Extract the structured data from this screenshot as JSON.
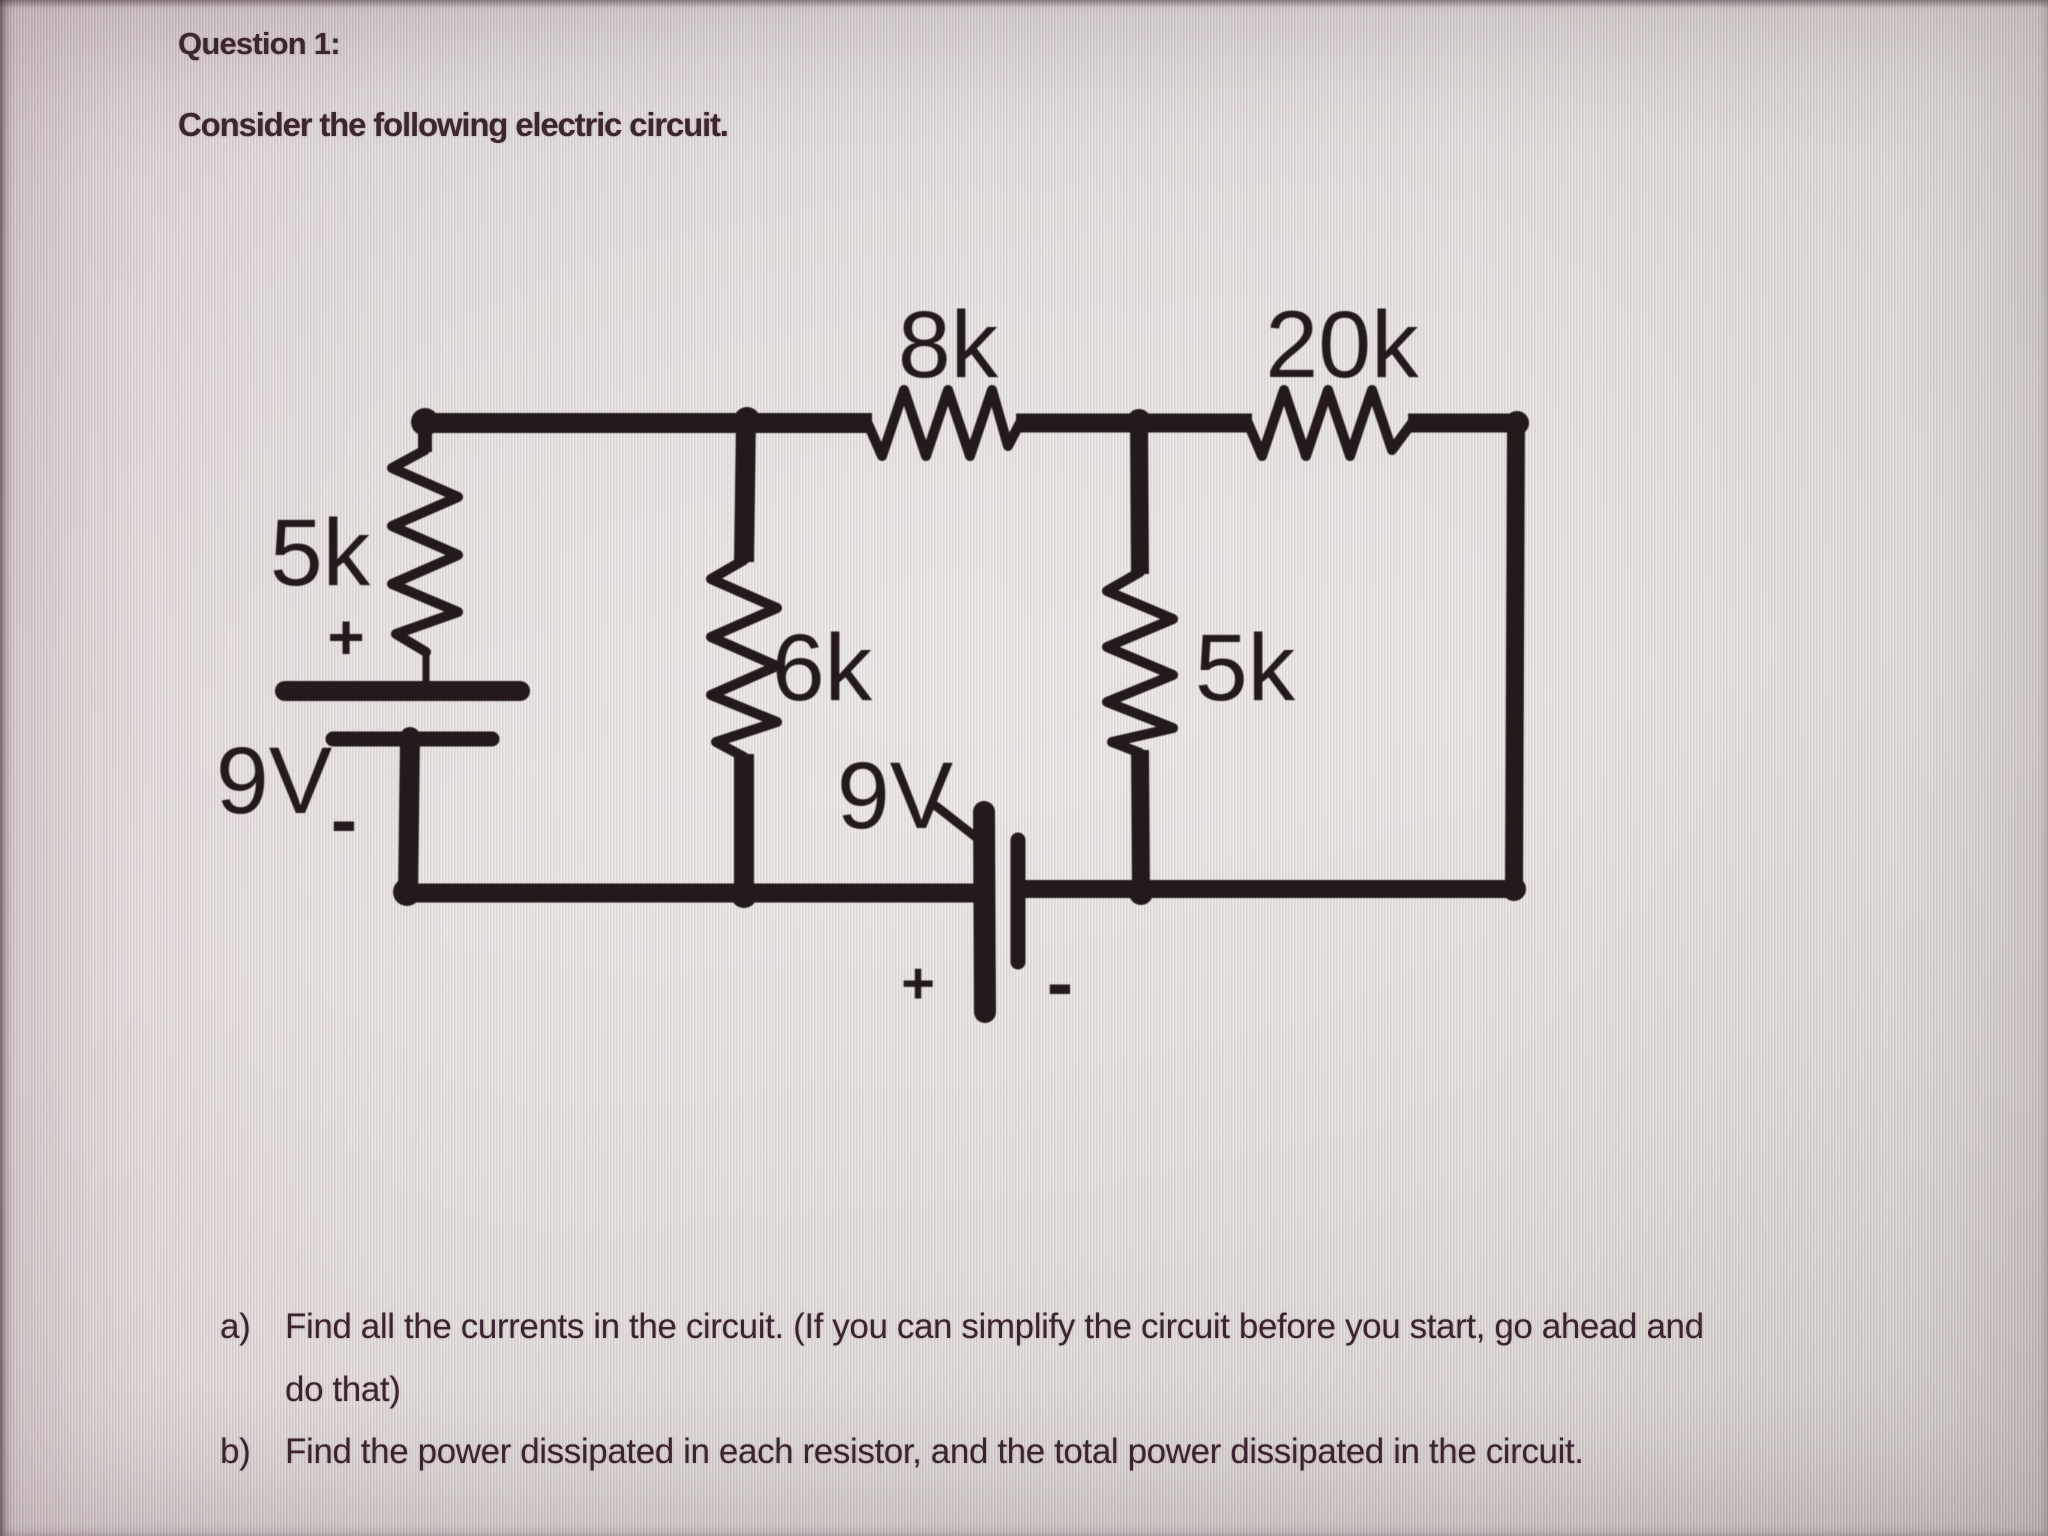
{
  "page": {
    "question_label": "Question 1:",
    "intro": "Consider the following electric circuit.",
    "parts": [
      {
        "label": "a)",
        "lines": [
          "Find all the currents in the circuit. (If you can simplify the circuit before you start, go ahead and",
          "do that)"
        ]
      },
      {
        "label": "b)",
        "lines": [
          "Find the power dissipated in each resistor, and the total power dissipated in the circuit."
        ]
      }
    ]
  },
  "circuit": {
    "ink_color": "#241a1b",
    "labels": {
      "r_left": "5k",
      "r_top_left": "8k",
      "r_top_right": "20k",
      "r_mid": "6k",
      "r_right": "5k",
      "v_left_value": "9V",
      "v_left_plus": "+",
      "v_left_minus": "-",
      "v_bottom_value": "9V",
      "v_bottom_plus": "+",
      "v_bottom_minus": "-"
    },
    "components": [
      {
        "type": "resistor",
        "value": "5k",
        "placement": "left branch, vertical"
      },
      {
        "type": "resistor",
        "value": "8k",
        "placement": "top wire between middle nodes, horizontal"
      },
      {
        "type": "resistor",
        "value": "20k",
        "placement": "top wire right span, horizontal"
      },
      {
        "type": "resistor",
        "value": "6k",
        "placement": "middle vertical branch"
      },
      {
        "type": "resistor",
        "value": "5k",
        "placement": "right middle vertical branch"
      },
      {
        "type": "battery",
        "value": "9V",
        "placement": "left branch",
        "polarity": "+ top / - bottom"
      },
      {
        "type": "battery",
        "value": "9V",
        "placement": "bottom wire",
        "polarity": "+ left / - right"
      }
    ]
  }
}
